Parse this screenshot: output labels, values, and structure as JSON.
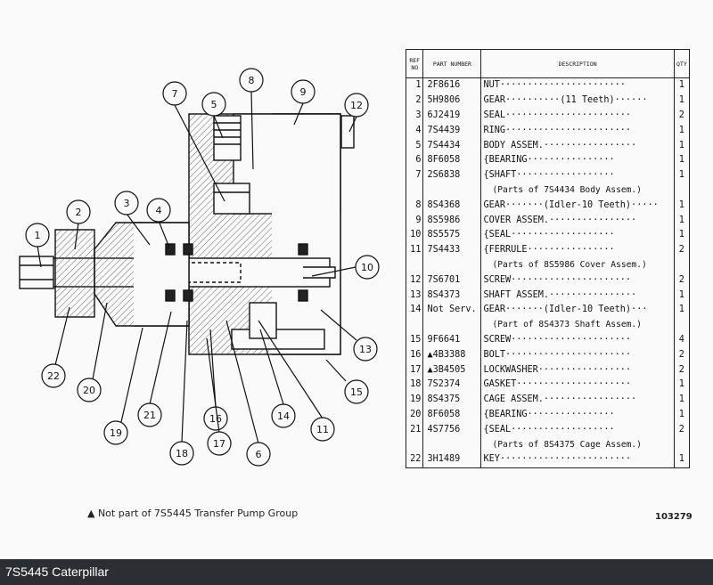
{
  "table": {
    "headers": {
      "ref": "REF NO",
      "part": "PART NUMBER",
      "desc": "DESCRIPTION",
      "qty": "QTY"
    },
    "rows": [
      {
        "ref": "1",
        "part": "2F8616",
        "desc": "NUT·······················",
        "qty": "1"
      },
      {
        "ref": "2",
        "part": "5H9806",
        "desc": "GEAR··········(11 Teeth)······",
        "qty": "1"
      },
      {
        "ref": "3",
        "part": "6J2419",
        "desc": "SEAL·······················",
        "qty": "2"
      },
      {
        "ref": "4",
        "part": "7S4439",
        "desc": "RING·······················",
        "qty": "1"
      },
      {
        "ref": "5",
        "part": "7S4434",
        "desc": "BODY ASSEM.·················",
        "qty": "1"
      },
      {
        "ref": "6",
        "part": "8F6058",
        "desc": "  {BEARING················",
        "qty": "1"
      },
      {
        "ref": "7",
        "part": "2S6838",
        "desc": "  {SHAFT··················",
        "qty": "1"
      },
      {
        "ref": "",
        "part": "",
        "desc": "(Parts of 7S4434 Body Assem.)",
        "qty": "",
        "note": true
      },
      {
        "ref": "8",
        "part": "8S4368",
        "desc": "GEAR·······(Idler-10 Teeth)·····",
        "qty": "1"
      },
      {
        "ref": "9",
        "part": "8S5986",
        "desc": "COVER ASSEM.················",
        "qty": "1"
      },
      {
        "ref": "10",
        "part": "8S5575",
        "desc": "  {SEAL···················",
        "qty": "1"
      },
      {
        "ref": "11",
        "part": "7S4433",
        "desc": "  {FERRULE················",
        "qty": "2"
      },
      {
        "ref": "",
        "part": "",
        "desc": "(Parts of 8S5986 Cover Assem.)",
        "qty": "",
        "note": true
      },
      {
        "ref": "12",
        "part": "7S6701",
        "desc": "SCREW······················",
        "qty": "2"
      },
      {
        "ref": "13",
        "part": "8S4373",
        "desc": "SHAFT ASSEM.················",
        "qty": "1"
      },
      {
        "ref": "14",
        "part": "Not Serv.",
        "desc": "  GEAR·······(Idler-10 Teeth)···",
        "qty": "1"
      },
      {
        "ref": "",
        "part": "",
        "desc": "(Part of 8S4373 Shaft Assem.)",
        "qty": "",
        "note": true
      },
      {
        "ref": "15",
        "part": "9F6641",
        "desc": "SCREW······················",
        "qty": "4"
      },
      {
        "ref": "16",
        "part": "▲4B3388",
        "desc": "BOLT·······················",
        "qty": "2"
      },
      {
        "ref": "17",
        "part": "▲3B4505",
        "desc": "LOCKWASHER·················",
        "qty": "2"
      },
      {
        "ref": "18",
        "part": "7S2374",
        "desc": "GASKET·····················",
        "qty": "1"
      },
      {
        "ref": "19",
        "part": "8S4375",
        "desc": "CAGE ASSEM.·················",
        "qty": "1"
      },
      {
        "ref": "20",
        "part": "8F6058",
        "desc": "  {BEARING················",
        "qty": "1"
      },
      {
        "ref": "21",
        "part": "4S7756",
        "desc": "  {SEAL···················",
        "qty": "2"
      },
      {
        "ref": "",
        "part": "",
        "desc": "(Parts of 8S4375 Cage Assem.)",
        "qty": "",
        "note": true
      },
      {
        "ref": "22",
        "part": "3H1489",
        "desc": "KEY························",
        "qty": "1"
      }
    ]
  },
  "callouts": [
    "1",
    "2",
    "3",
    "4",
    "5",
    "6",
    "7",
    "8",
    "9",
    "10",
    "11",
    "12",
    "13",
    "14",
    "15",
    "16",
    "17",
    "18",
    "19",
    "20",
    "21",
    "22"
  ],
  "footnote": "▲ Not part of 7S5445 Transfer Pump Group",
  "drawing_number": "103279",
  "bottom_title": "7S5445 Caterpillar"
}
